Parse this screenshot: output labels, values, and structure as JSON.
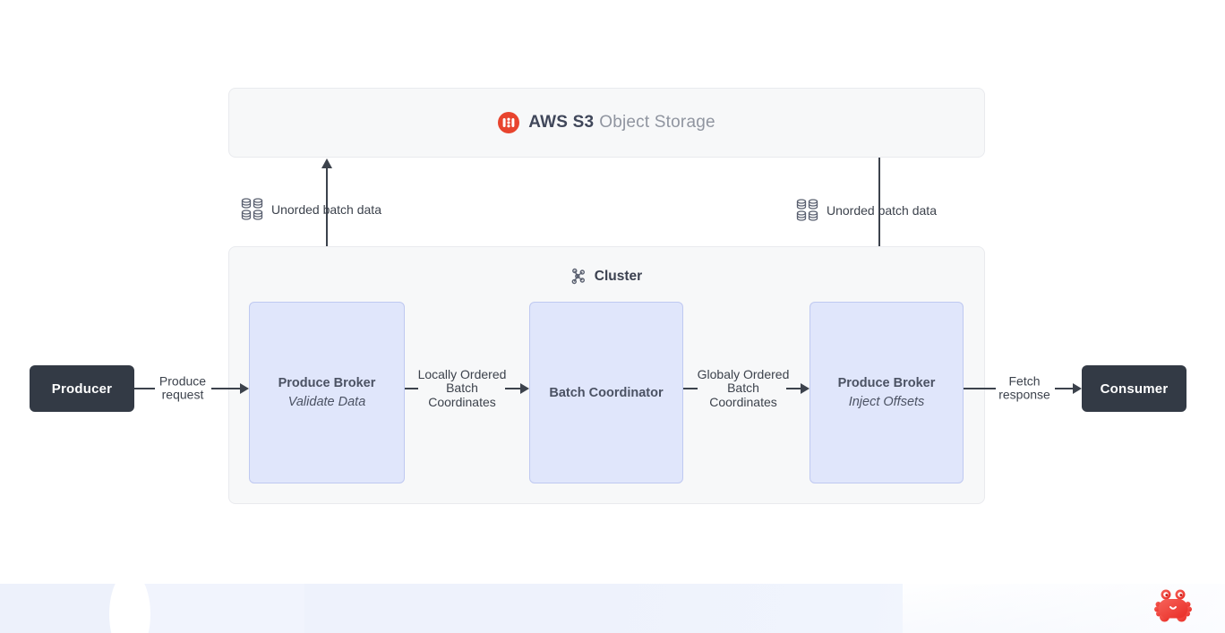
{
  "diagram": {
    "storage": {
      "name_bold": "AWS S3",
      "name_rest": "Object Storage"
    },
    "cluster": {
      "title": "Cluster",
      "nodes": [
        {
          "title": "Produce Broker",
          "subtitle": "Validate Data"
        },
        {
          "title": "Batch Coordinator",
          "subtitle": ""
        },
        {
          "title": "Produce Broker",
          "subtitle": "Inject Offsets"
        }
      ]
    },
    "endpoints": {
      "producer": "Producer",
      "consumer": "Consumer"
    },
    "edges": {
      "produce_request": "Produce request",
      "locally_ordered": "Locally Ordered Batch Coordinates",
      "globally_ordered": "Globaly Ordered Batch Coordinates",
      "fetch_response": "Fetch response",
      "unorded_left": "Unorded batch data",
      "unorded_right": "Unorded batch data"
    }
  },
  "icons": {
    "storage": "s3-bucket-icon",
    "cluster": "cluster-nodes-icon",
    "batch_data": "database-grid-icon",
    "mascot": "crab-icon"
  },
  "colors": {
    "accent_red": "#e8442e",
    "node_fill": "#e0e6fb",
    "node_border": "#bfc9f1",
    "dark_node": "#333a45",
    "container_fill": "#f7f8f9",
    "container_border": "#e9eaee",
    "line": "#3c424c",
    "muted_text": "#9095a0",
    "footer_tint": "#eef2fc"
  }
}
